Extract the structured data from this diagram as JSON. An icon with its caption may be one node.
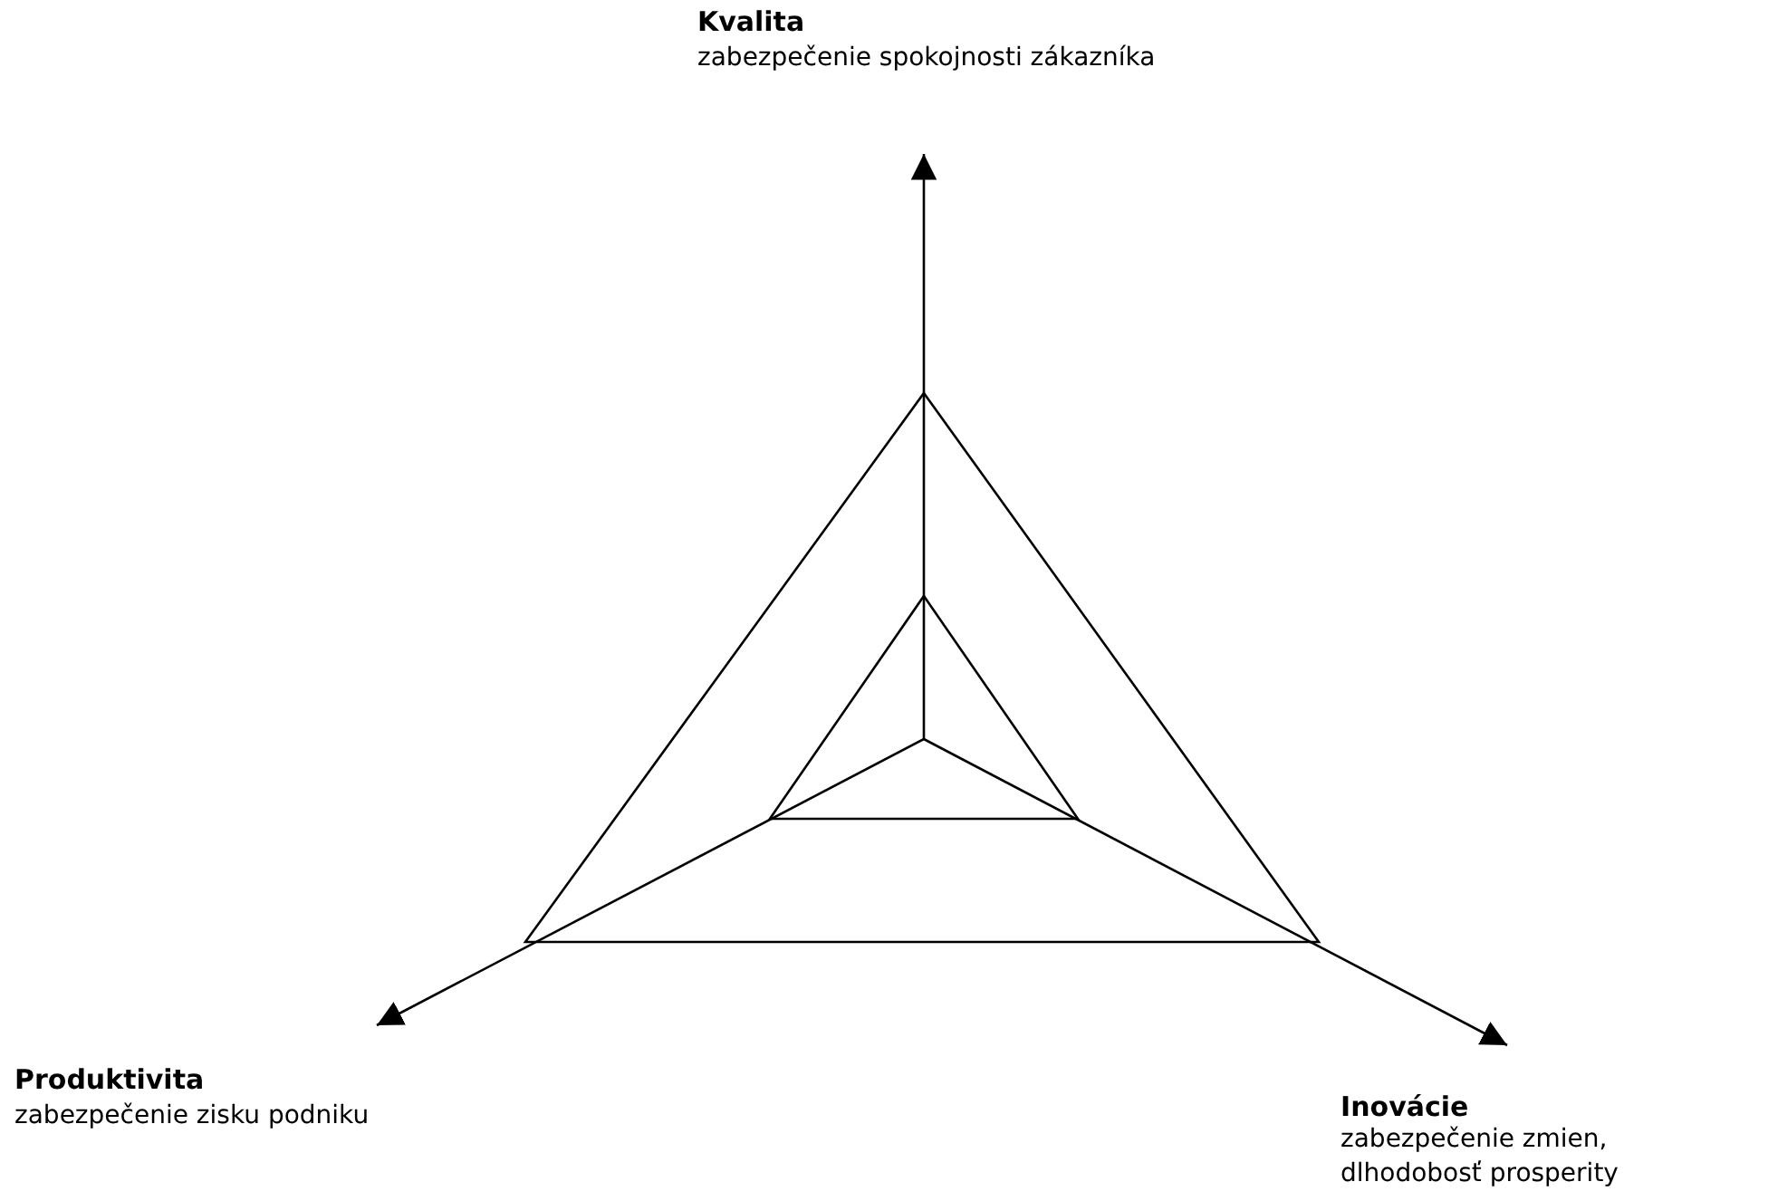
{
  "diagram": {
    "nodes": [
      {
        "text": [
          "Kvalita",
          "zabezpečenie spokojnosti zákazníka"
        ]
      },
      {
        "text": [
          "Produktivita",
          "zabezpečenie zisku podniku"
        ]
      },
      {
        "text": [
          "Inovácie",
          "zabezpečenie zmien, dlhodobosť prosperity"
        ]
      }
    ],
    "edges": [
      {
        "from": null,
        "to": 0,
        "arrow": "to"
      },
      {
        "from": null,
        "to": 1,
        "arrow": "to"
      },
      {
        "from": null,
        "to": 2,
        "arrow": "to"
      }
    ]
  }
}
